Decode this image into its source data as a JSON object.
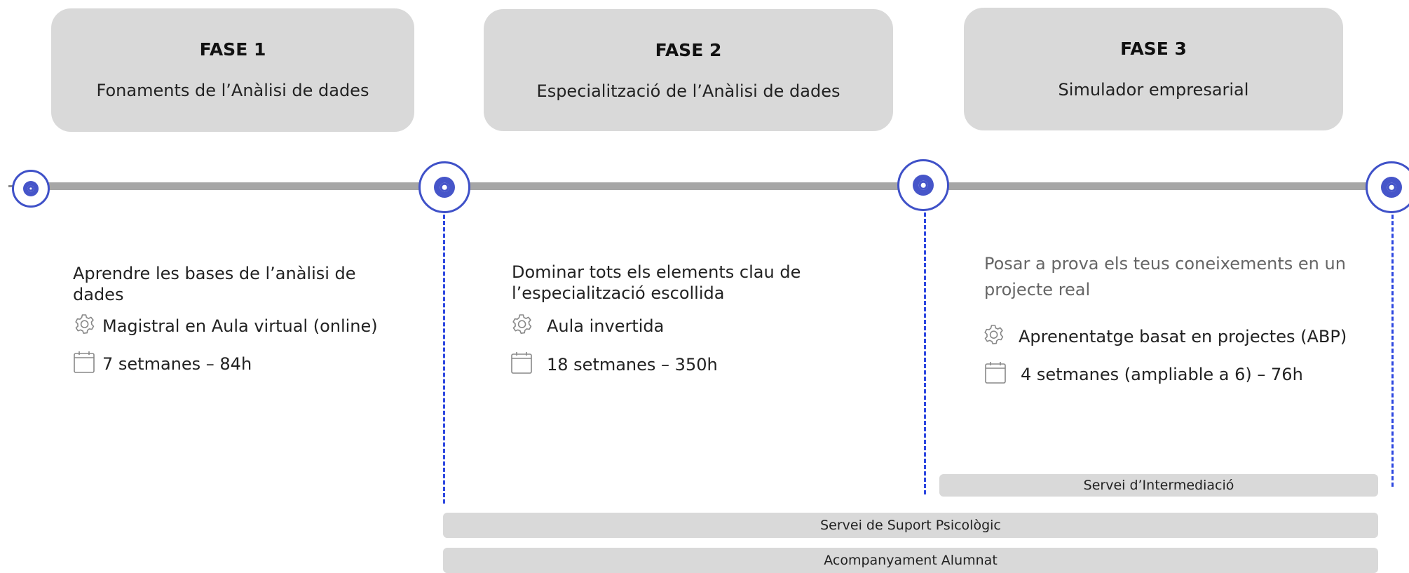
{
  "phases": [
    {
      "title": "FASE 1",
      "subtitle": "Fonaments de l’Anàlisi de dades"
    },
    {
      "title": "FASE 2",
      "subtitle": "Especialització de l’Anàlisi de dades"
    },
    {
      "title": "FASE 3",
      "subtitle": "Simulador empresarial"
    }
  ],
  "details": [
    {
      "description": "Aprendre les bases de l’anàlisi de dades",
      "method": "Magistral en Aula virtual (online)",
      "duration": "7 setmanes – 84h"
    },
    {
      "description": "Dominar tots els elements clau de l’especialització escollida",
      "method": "Aula invertida",
      "duration": "18 setmanes – 350h"
    },
    {
      "description": "Posar a prova els teus coneixements en un projecte real",
      "method": "Aprenentatge basat en projectes (ABP)",
      "duration": "4 setmanes (ampliable a 6) – 76h"
    }
  ],
  "services": {
    "intermediation": "Servei d’Intermediació",
    "psychological_support": "Servei de Suport Psicològic",
    "student_support": "Acompanyament Alumnat"
  },
  "icons": {
    "method": "gear-icon",
    "duration": "calendar-icon",
    "milestone": "target-icon"
  },
  "colors": {
    "accent": "#3f51c8",
    "dash": "#2d47e0",
    "bar": "#a6a6a6",
    "card": "#d9d9d9"
  }
}
